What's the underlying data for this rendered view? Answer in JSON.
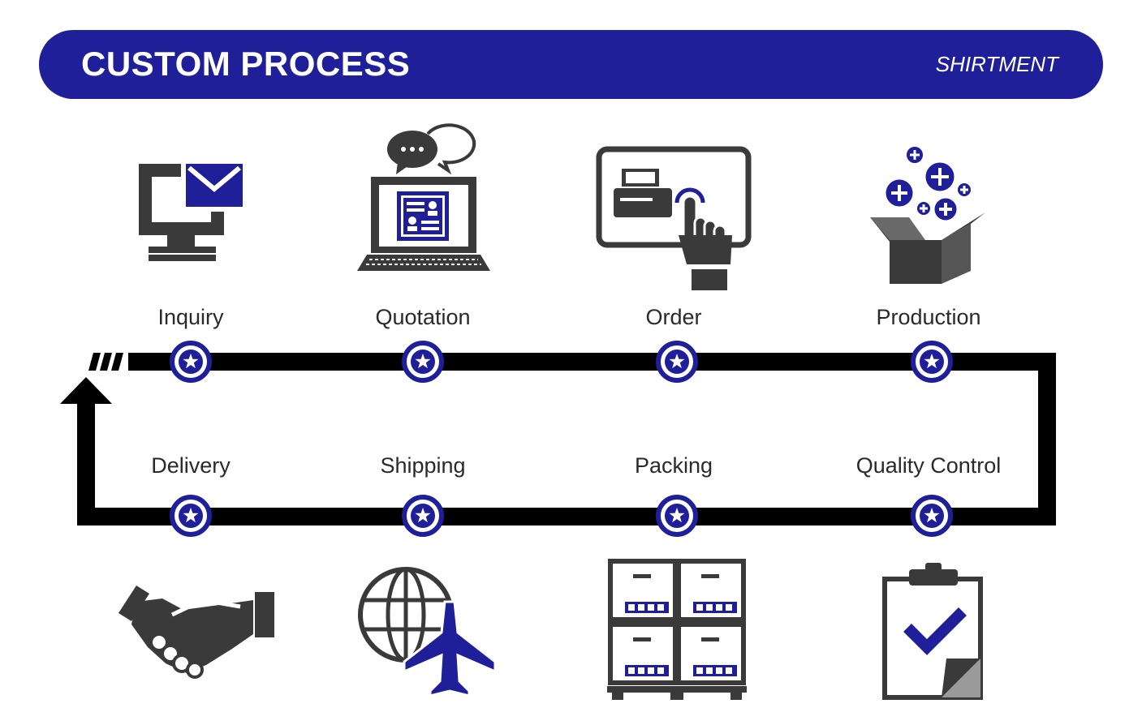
{
  "banner": {
    "title": "CUSTOM PROCESS",
    "brand": "SHIRTMENT"
  },
  "colors": {
    "brand_blue": "#1f1f99",
    "icon_gray": "#3a3a3a",
    "track_black": "#000000"
  },
  "steps_top": [
    {
      "label": "Inquiry",
      "icon": "computer-mail-icon"
    },
    {
      "label": "Quotation",
      "icon": "laptop-chat-icon"
    },
    {
      "label": "Order",
      "icon": "touch-screen-printer-icon"
    },
    {
      "label": "Production",
      "icon": "box-plus-icon"
    }
  ],
  "steps_bottom": [
    {
      "label": "Delivery",
      "icon": "handshake-icon"
    },
    {
      "label": "Shipping",
      "icon": "globe-airplane-icon"
    },
    {
      "label": "Packing",
      "icon": "stacked-boxes-icon"
    },
    {
      "label": "Quality Control",
      "icon": "clipboard-check-icon"
    }
  ]
}
